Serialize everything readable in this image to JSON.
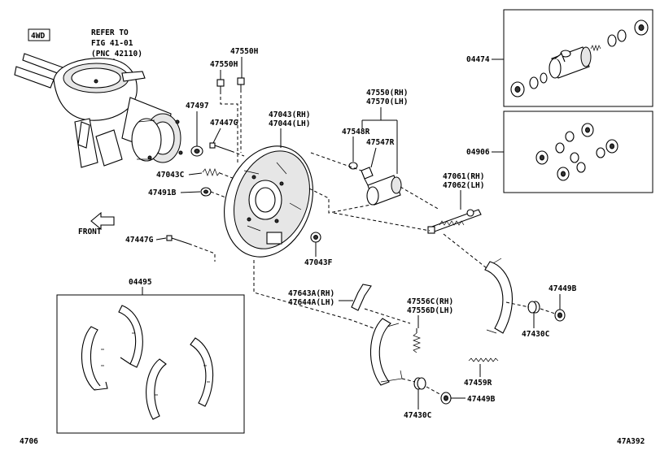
{
  "badge": "4WD",
  "refer_note": [
    "REFER TO",
    "FIG 41-01",
    "(PNC 42110)"
  ],
  "front_label": "FRONT",
  "footer": {
    "left": "4706",
    "right": "47A392"
  },
  "labels": {
    "p47550H": "47550H",
    "p47550H_b": "47550H",
    "p47497": "47497",
    "p47447G_a": "47447G",
    "p47043C": "47043C",
    "p47491B": "47491B",
    "p47447G_b": "47447G",
    "p47043RH": "47043(RH)",
    "p47044LH": "47044(LH)",
    "p47550RH": "47550(RH)",
    "p47570LH": "47570(LH)",
    "p47548R": "47548R",
    "p47547R": "47547R",
    "p47061RH": "47061(RH)",
    "p47062LH": "47062(LH)",
    "p47043F": "47043F",
    "p04474": "04474",
    "p04906": "04906",
    "p04495": "04495",
    "p47643A": "47643A(RH)",
    "p47644A": "47644A(LH)",
    "p47556C": "47556C(RH)",
    "p47556D": "47556D(LH)",
    "p47449B_a": "47449B",
    "p47430C_a": "47430C",
    "p47459R": "47459R",
    "p47449B_b": "47449B",
    "p47430C_b": "47430C"
  }
}
